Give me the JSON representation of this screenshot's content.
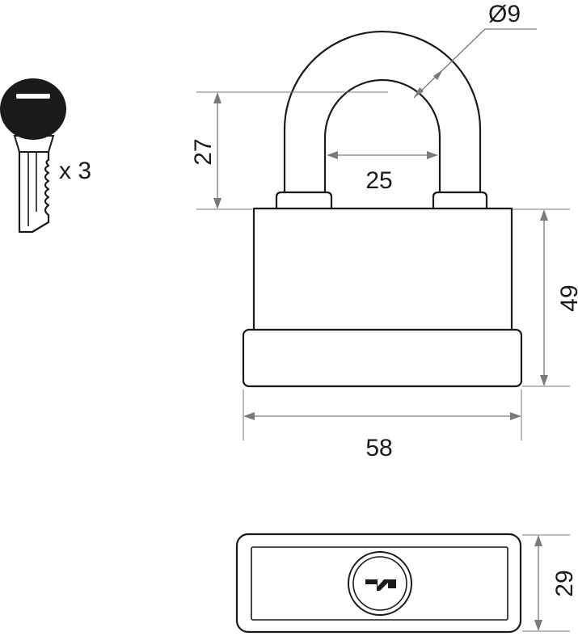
{
  "key": {
    "quantity_label": "x 3"
  },
  "dimensions": {
    "shackle_diameter": "Ø9",
    "shackle_height": "27",
    "shackle_inner_width": "25",
    "body_height": "49",
    "body_width": "58",
    "body_depth": "29"
  },
  "colors": {
    "line": "#1a1a1a",
    "dimension": "#7a7a7a",
    "key_head": "#1a1a1a"
  }
}
